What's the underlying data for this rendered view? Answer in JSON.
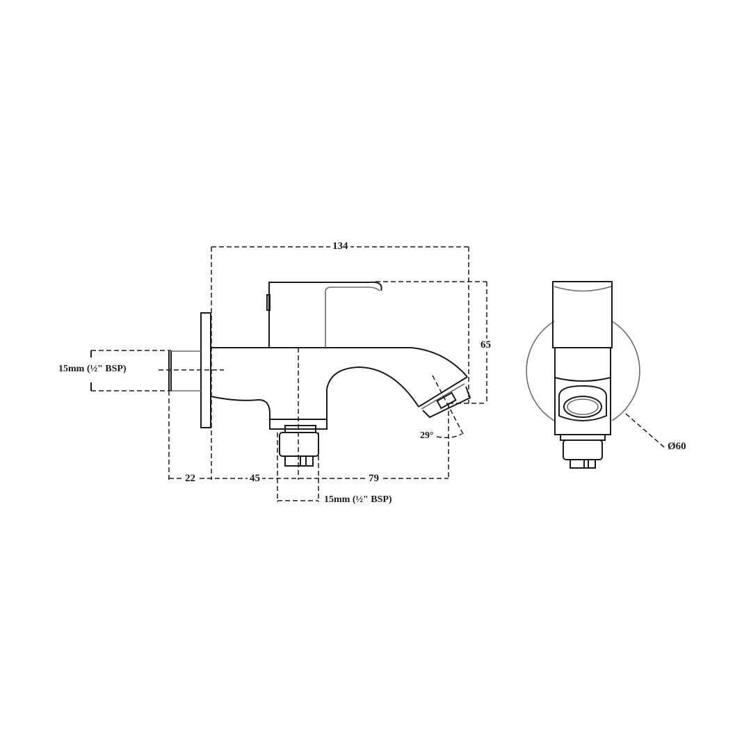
{
  "drawing": {
    "subject": "Wall-mounted two-way bib tap technical drawing",
    "views": [
      "side-view",
      "front-view"
    ],
    "colors": {
      "line": "#1a1a1a",
      "background": "#ffffff"
    }
  },
  "dimensions": {
    "overall_length": "134",
    "height": "65",
    "inlet_label": "15mm (½\" BSP)",
    "wall_to_flange": "22",
    "flange_to_outlet": "45",
    "outlet_to_spout": "79",
    "bottom_outlet_label": "15mm (½\" BSP)",
    "spout_angle": "29°",
    "flange_diameter": "Ø60"
  }
}
